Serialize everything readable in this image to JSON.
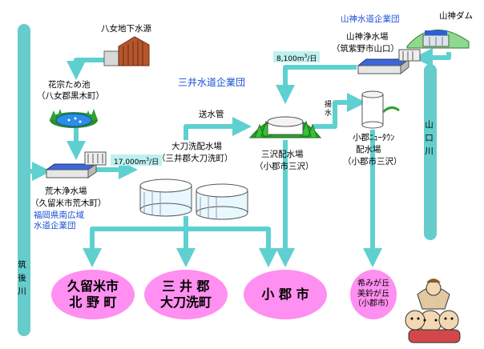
{
  "rivers": {
    "chikugo": "筑後川",
    "yamaguchi": "山口川"
  },
  "sources": {
    "groundwater": "八女地下水源",
    "pond_name": "花宗ため池",
    "pond_place": "（八女郡黒木町）",
    "dam": "山神ダム"
  },
  "organizations": {
    "mitsui": "三井水道企業団",
    "yamagami": "山神水道企業団",
    "fukuoka_line1": "福岡県南広域",
    "fukuoka_line2": "水道企業団"
  },
  "plants": {
    "araki_name": "荒木浄水場",
    "araki_place": "（久留米市荒木町）",
    "yamagami_name": "山神浄水場",
    "yamagami_place": "（筑紫野市山口）"
  },
  "distribution": {
    "tachiarai_name": "大刀洗配水場",
    "tachiarai_place": "（三井郡大刀洗町）",
    "misawa_name": "三沢配水場",
    "misawa_place": "（小郡市三沢）",
    "newtown_name1": "小郡ﾆｭｰﾀｳﾝ",
    "newtown_name2": "配水場",
    "newtown_place": "（小郡市三沢）"
  },
  "pipes": {
    "transmission": "送水管",
    "pumping": "揚\n水"
  },
  "volumes": {
    "araki_main": "17,000m",
    "araki_sup": "3",
    "araki_unit": "/日",
    "yamagami_main": "8,100m",
    "yamagami_sup": "3",
    "yamagami_unit": "/日"
  },
  "destinations": {
    "kurume": "久留米市\n北 野 町",
    "mitsui": "三 井 郡\n大刀洗町",
    "ogori": "小 郡 市",
    "kibougaoka": "希みが丘\n美鈴が丘\n（小郡市）"
  },
  "colors": {
    "flow": "#5fd0d0",
    "river": "#66cccc",
    "destination": "#ff8ff0",
    "org_text": "#1a4fd6",
    "volume_box": "#bff0f0",
    "basin_blue": "#2a5fd8"
  }
}
